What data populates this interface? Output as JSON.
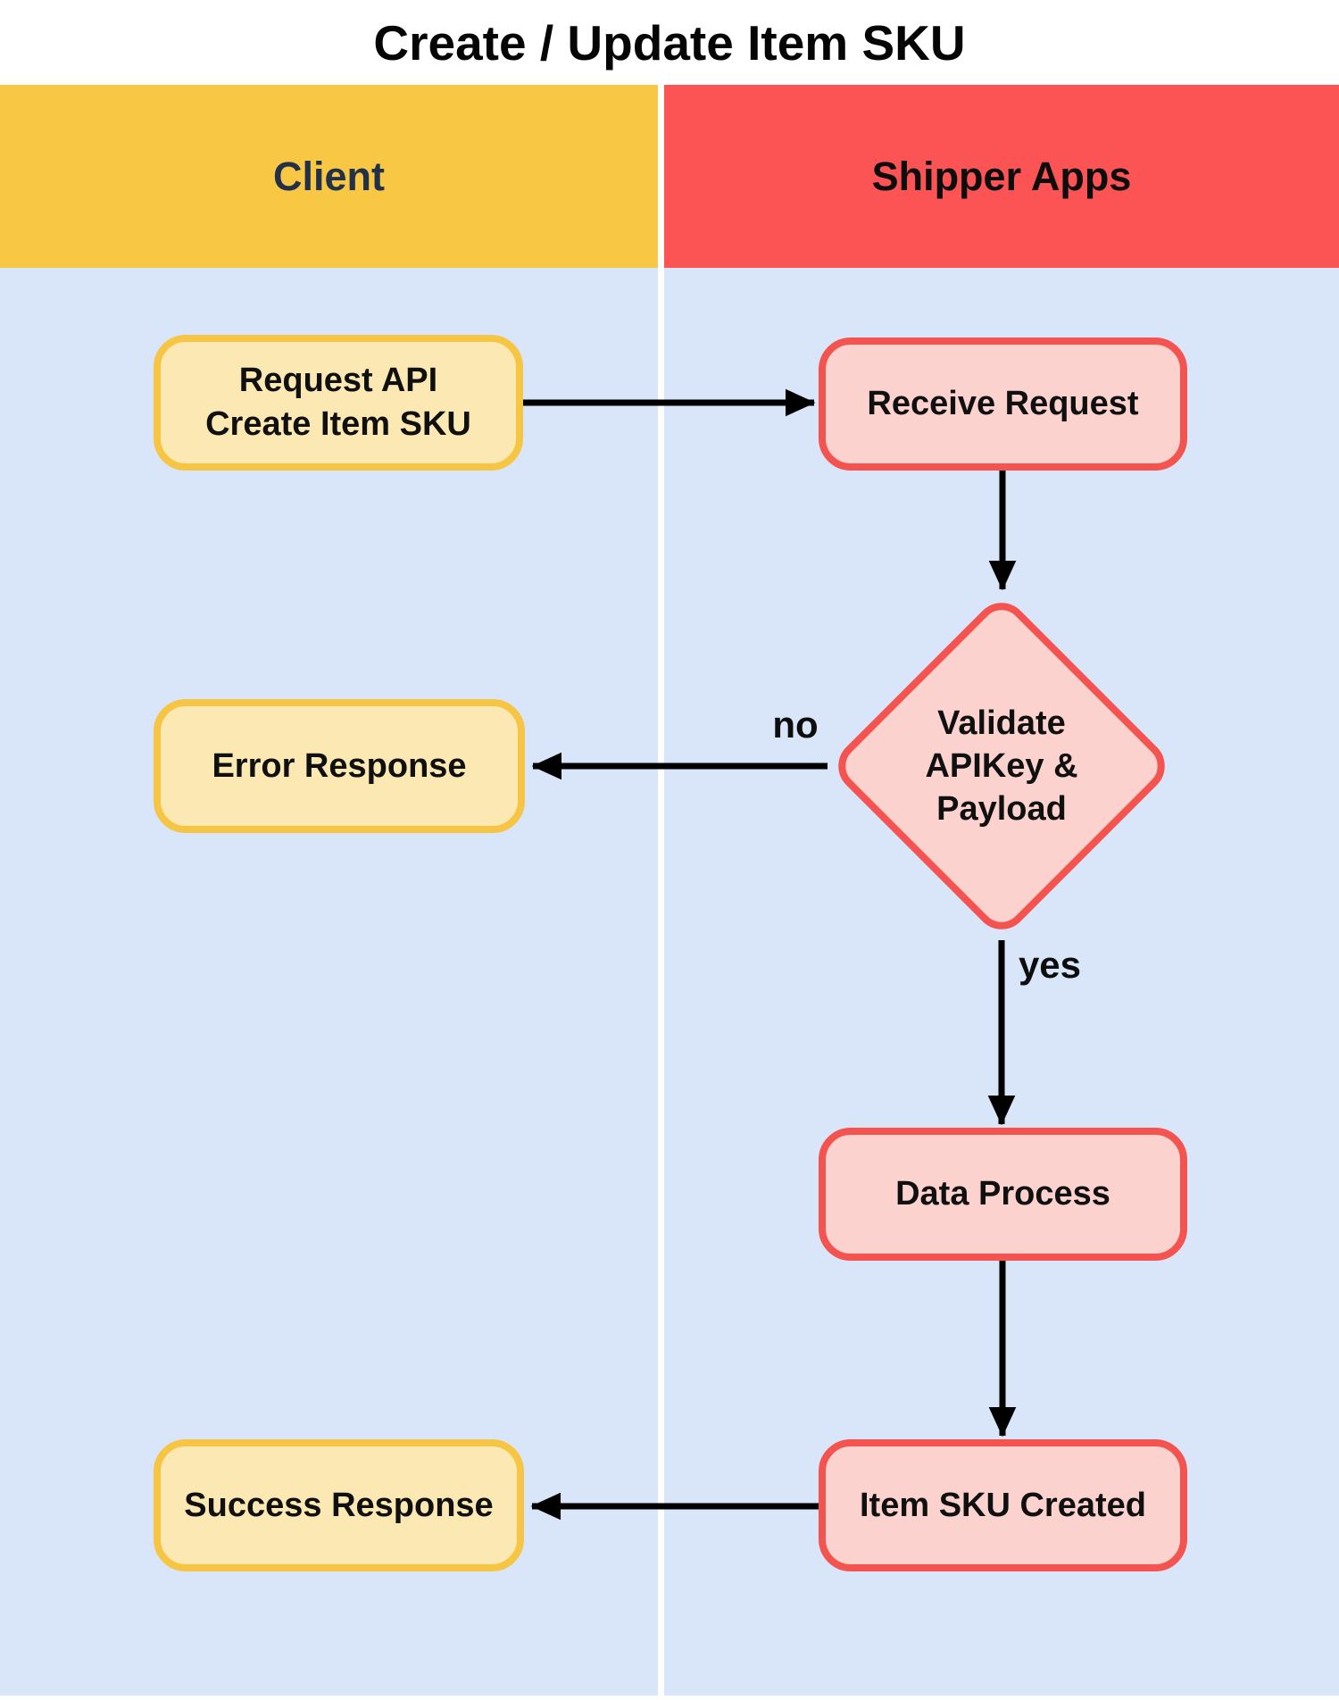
{
  "title": "Create / Update Item SKU",
  "canvas": {
    "background": "#D9E5F9",
    "divider_color": "#FFFFFF",
    "arrow_color": "#000000"
  },
  "lanes": [
    {
      "label": "Client",
      "color": "#F8C845"
    },
    {
      "label": "Shipper Apps",
      "color": "#FC5355"
    }
  ],
  "nodes": [
    {
      "id": "request-api",
      "lane": "Client",
      "type": "process",
      "label": "Request API\nCreate Item SKU",
      "fill": "#FCE8B3",
      "border": "#F6C544"
    },
    {
      "id": "receive-request",
      "lane": "Shipper Apps",
      "type": "process",
      "label": "Receive Request",
      "fill": "#FCD2CE",
      "border": "#F4544F"
    },
    {
      "id": "validate",
      "lane": "Shipper Apps",
      "type": "decision",
      "label": "Validate\nAPIKey &\nPayload",
      "fill": "#FCD2CE",
      "border": "#F4544F"
    },
    {
      "id": "error-response",
      "lane": "Client",
      "type": "process",
      "label": "Error Response",
      "fill": "#FCE8B3",
      "border": "#F6C544"
    },
    {
      "id": "data-process",
      "lane": "Shipper Apps",
      "type": "process",
      "label": "Data Process",
      "fill": "#FCD2CE",
      "border": "#F4544F"
    },
    {
      "id": "item-sku-created",
      "lane": "Shipper Apps",
      "type": "process",
      "label": "Item SKU Created",
      "fill": "#FCD2CE",
      "border": "#F4544F"
    },
    {
      "id": "success-response",
      "lane": "Client",
      "type": "process",
      "label": "Success Response",
      "fill": "#FCE8B3",
      "border": "#F6C544"
    }
  ],
  "edges": [
    {
      "from": "request-api",
      "to": "receive-request",
      "label": ""
    },
    {
      "from": "receive-request",
      "to": "validate",
      "label": ""
    },
    {
      "from": "validate",
      "to": "error-response",
      "label": "no"
    },
    {
      "from": "validate",
      "to": "data-process",
      "label": "yes"
    },
    {
      "from": "data-process",
      "to": "item-sku-created",
      "label": ""
    },
    {
      "from": "item-sku-created",
      "to": "success-response",
      "label": ""
    }
  ]
}
